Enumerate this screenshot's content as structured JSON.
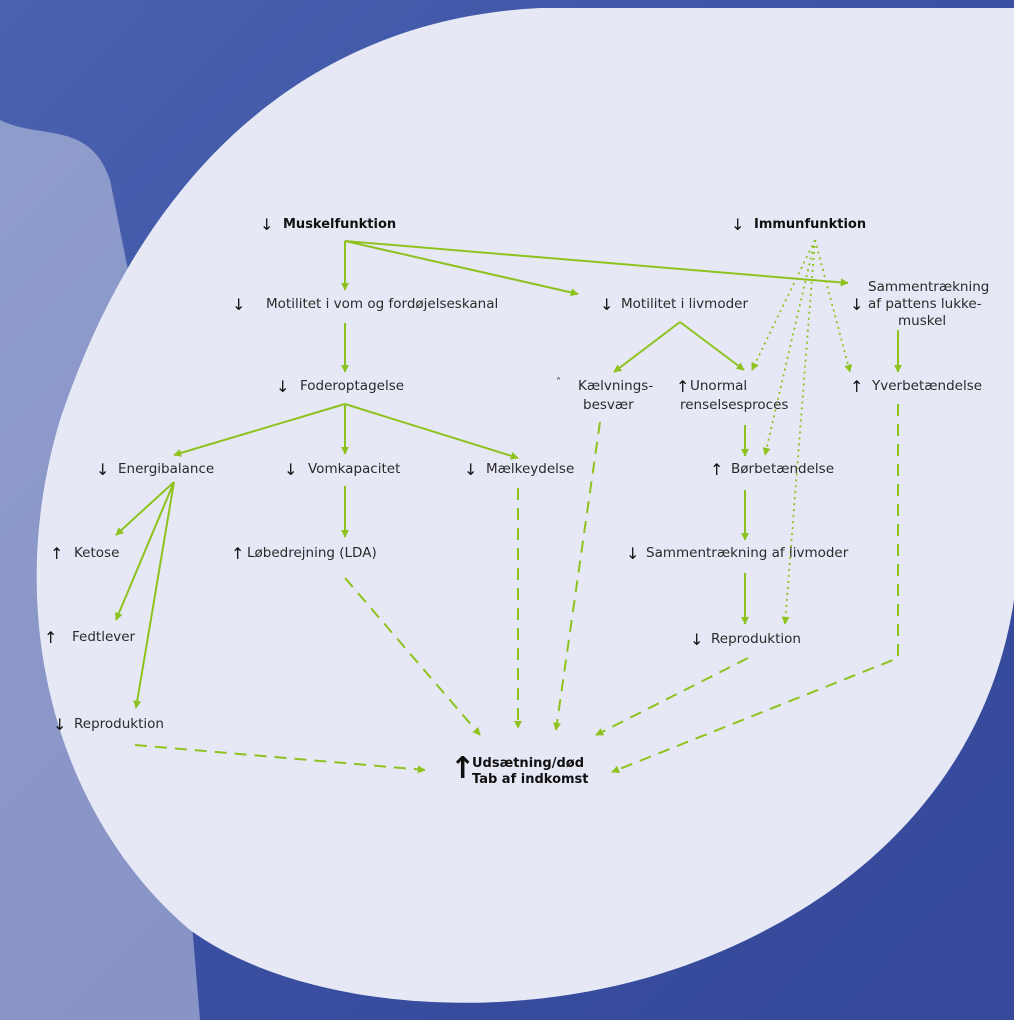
{
  "colors": {
    "accent": "#8dc21f",
    "background_blue": "#3a4f9e",
    "circle": "#e6e9f5"
  },
  "symbols": {
    "up": "↑",
    "down": "↓",
    "up_bold": "🠕",
    "caret": "˄"
  },
  "nodes": {
    "muskel": "Muskelfunktion",
    "immun": "Immunfunktion",
    "motilitet_vom": "Motilitet i vom og fordøjelseskanal",
    "motilitet_livmoder": "Motilitet i livmoder",
    "sammen_patte_1": "Sammentrækning",
    "sammen_patte_2": "af pattens lukke-",
    "sammen_patte_3": "muskel",
    "foder": "Foderoptagelse",
    "kaelv_1": "Kælvnings-",
    "kaelv_2": "besvær",
    "unormal_1": "Unormal",
    "unormal_2": "renselsesproces",
    "yver": "Yverbetændelse",
    "energi": "Energibalance",
    "vom": "Vomkapacitet",
    "maelk": "Mælkeydelse",
    "boer": "Børbetændelse",
    "ketose": "Ketose",
    "loebe": "Løbedrejning (LDA)",
    "sammen_livmoder": "Sammentrækning af livmoder",
    "fedt": "Fedtlever",
    "repro_right": "Reproduktion",
    "repro_left": "Reproduktion",
    "final_1": "Udsætning/død",
    "final_2": "Tab af indkomst"
  }
}
